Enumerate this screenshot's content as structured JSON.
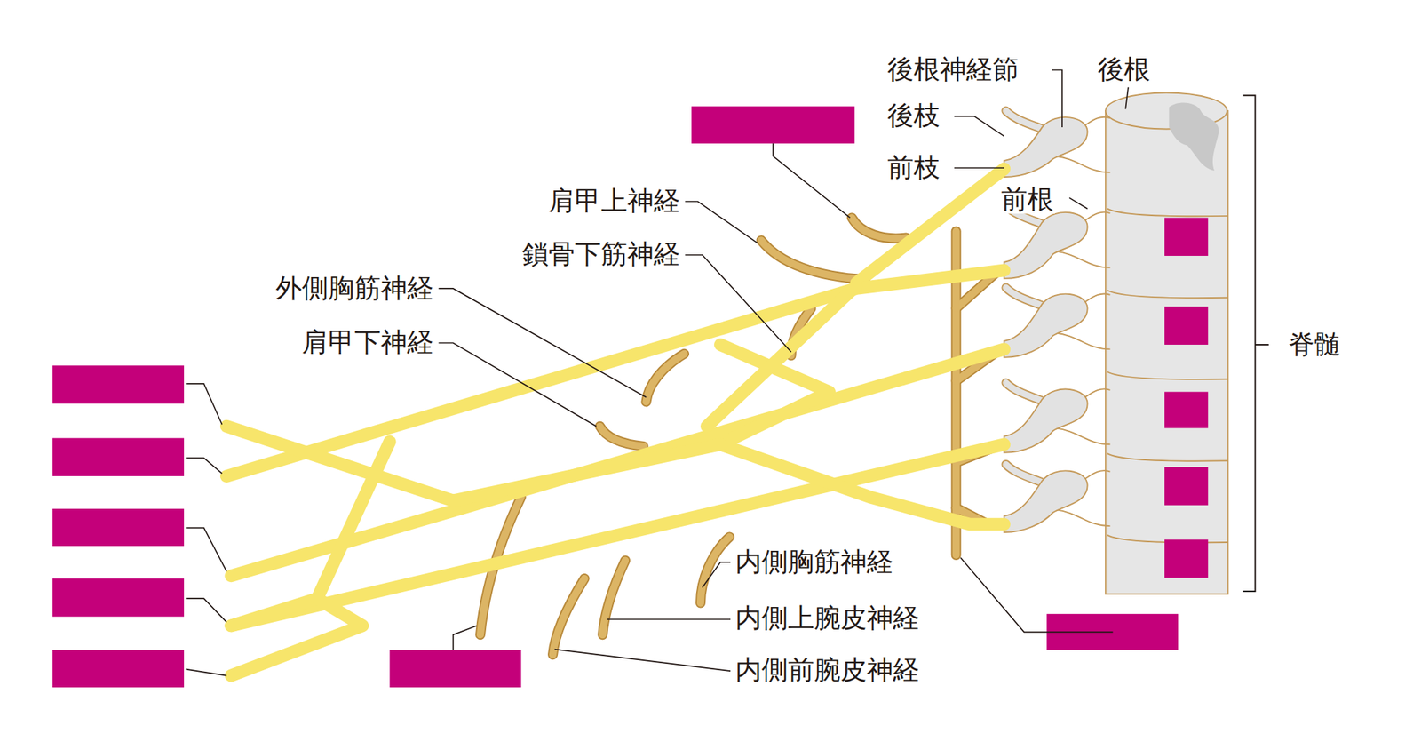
{
  "diagram": {
    "labels": [
      "後根神経節",
      "後根",
      "後枝",
      "前枝",
      "肩甲上神経",
      "前根",
      "鎖骨下筋神経",
      "外側胸筋神経",
      "肩甲下神経",
      "脊髄",
      "内側胸筋神経",
      "内側上腕皮神経",
      "内側前腕皮神経"
    ]
  }
}
